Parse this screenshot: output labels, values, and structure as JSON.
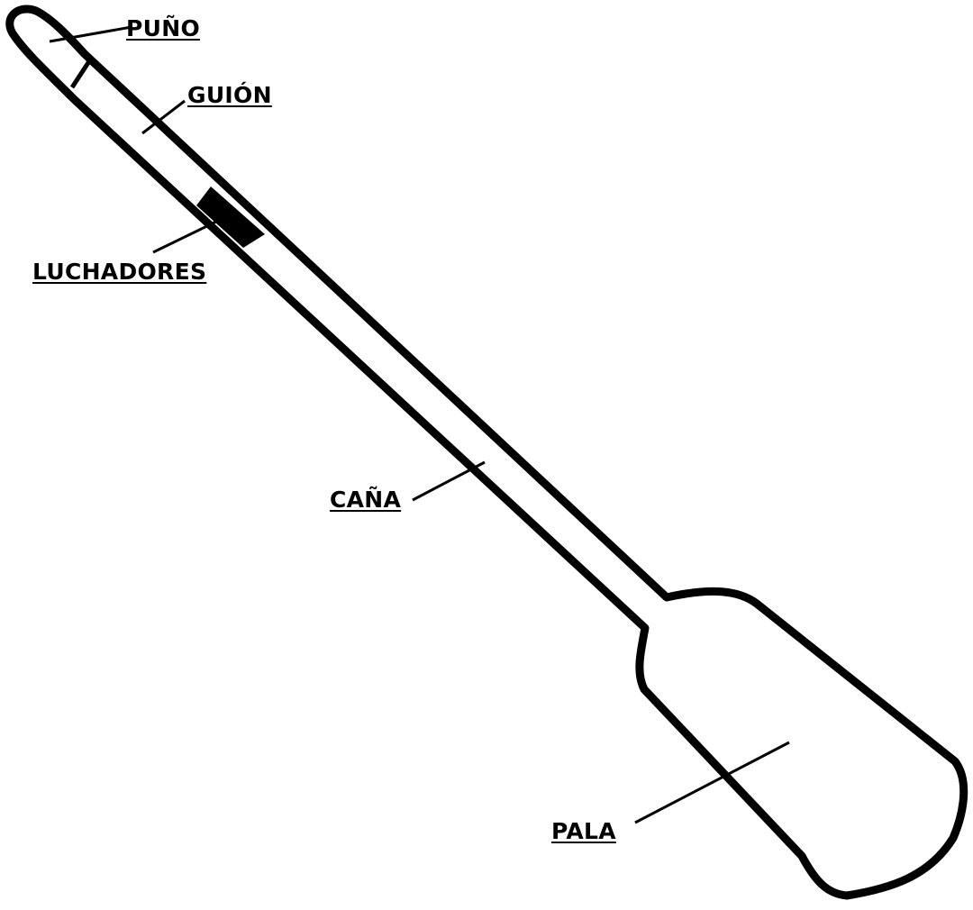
{
  "diagram": {
    "labels": {
      "puno": "PUÑO",
      "guion": "GUIÓN",
      "luchadores": "LUCHADORES",
      "cana": "CAÑA",
      "pala": "PALA"
    },
    "colors": {
      "ink": "#000000",
      "background": "#ffffff"
    }
  }
}
